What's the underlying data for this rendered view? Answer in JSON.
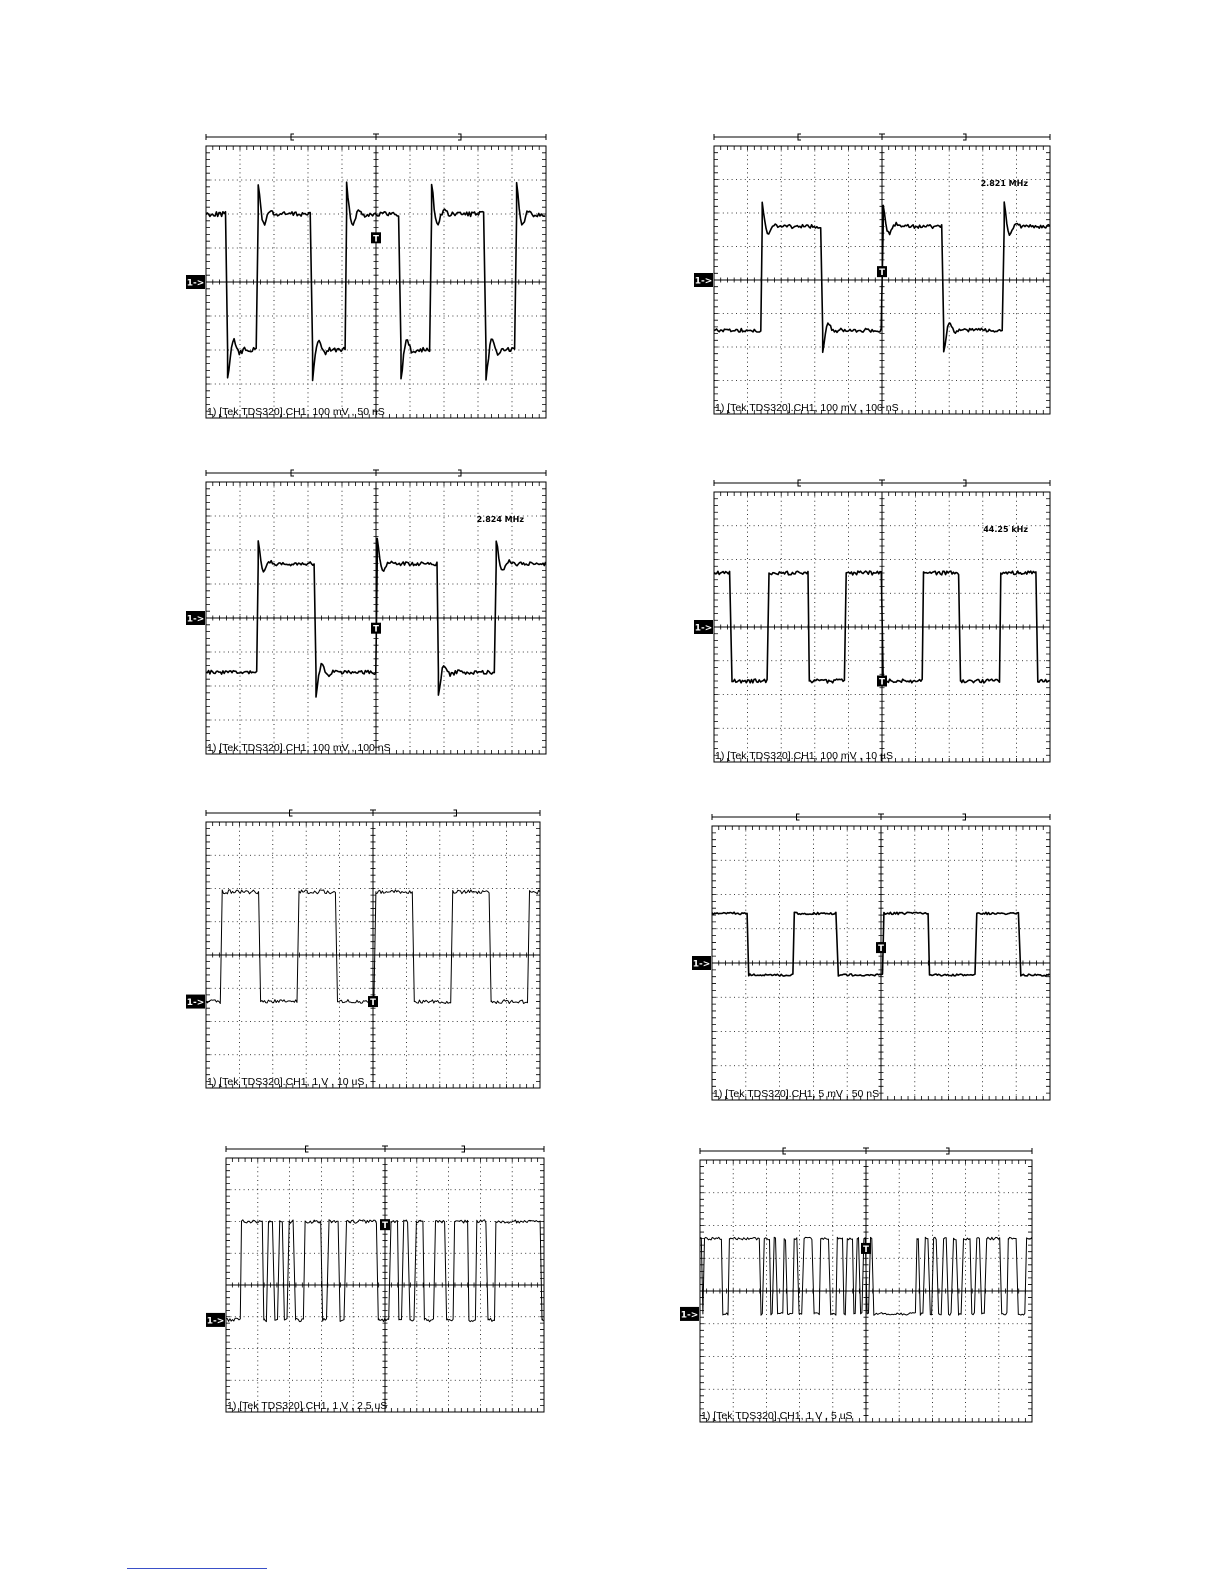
{
  "page": {
    "background": "#ffffff",
    "ink": "#000000",
    "footer_rule_color": "#3a50c8"
  },
  "chart_data": [
    {
      "type": "line",
      "title": "",
      "caption": "1) [Tek TDS320].CH1, 100 mV , 50 nS",
      "channel_marker": "1->",
      "trigger_marker": "T",
      "divisions": {
        "x": 10,
        "y": 8
      },
      "grid": "dotted",
      "trigger_marker_y_div": 1.3,
      "frequency_readout": "",
      "series": [
        {
          "waveform": "square",
          "levels_div": [
            2.0,
            -2.0
          ],
          "ground_div": 0,
          "channel_marker_div": 0,
          "edges_div": [
            0.6,
            1.5,
            3.1,
            4.1,
            5.7,
            6.6,
            8.2,
            9.1
          ],
          "start_level": "high",
          "ringing": true,
          "line_width": "thick"
        }
      ]
    },
    {
      "type": "line",
      "title": "",
      "caption": "1) [Tek TDS320].CH1, 100 mV , 100 nS",
      "channel_marker": "1->",
      "trigger_marker": "T",
      "divisions": {
        "x": 10,
        "y": 8
      },
      "grid": "dotted",
      "trigger_marker_y_div": 0.25,
      "frequency_readout": "2.821 MHz",
      "series": [
        {
          "waveform": "square",
          "levels_div": [
            1.6,
            -1.5
          ],
          "ground_div": 0,
          "channel_marker_div": 0,
          "edges_div": [
            1.4,
            3.2,
            5.0,
            6.8,
            8.6
          ],
          "start_level": "low",
          "ringing": true,
          "line_width": "thick"
        }
      ]
    },
    {
      "type": "line",
      "title": "",
      "caption": "1) [Tek TDS320].CH1, 100 mV , 100 nS",
      "channel_marker": "1->",
      "trigger_marker": "T",
      "divisions": {
        "x": 10,
        "y": 8
      },
      "grid": "dotted",
      "trigger_marker_y_div": -0.3,
      "frequency_readout": "2.824 MHz",
      "series": [
        {
          "waveform": "square",
          "levels_div": [
            1.6,
            -1.6
          ],
          "ground_div": 0,
          "channel_marker_div": 0,
          "edges_div": [
            1.5,
            3.2,
            5.0,
            6.8,
            8.5
          ],
          "start_level": "low",
          "ringing": true,
          "line_width": "thick"
        }
      ]
    },
    {
      "type": "line",
      "title": "",
      "caption": "1) [Tek TDS320].CH1, 100 mV , 10 µS",
      "channel_marker": "1->",
      "trigger_marker": "T",
      "divisions": {
        "x": 10,
        "y": 8
      },
      "grid": "dotted",
      "trigger_marker_y_div": -1.6,
      "frequency_readout": "44.25 kHz",
      "series": [
        {
          "waveform": "square",
          "levels_div": [
            1.6,
            -1.6
          ],
          "ground_div": 0,
          "channel_marker_div": 0,
          "edges_div": [
            0.5,
            1.6,
            2.8,
            3.9,
            5.0,
            6.2,
            7.3,
            8.5,
            9.6
          ],
          "start_level": "high",
          "ringing": false,
          "line_width": "thick"
        }
      ]
    },
    {
      "type": "line",
      "title": "",
      "caption": "1) [Tek TDS320].CH1, 1 V , 10 uS",
      "channel_marker": "1->",
      "trigger_marker": "T",
      "divisions": {
        "x": 10,
        "y": 8
      },
      "grid": "dotted",
      "trigger_marker_y_div": -1.4,
      "frequency_readout": "",
      "series": [
        {
          "waveform": "square",
          "levels_div": [
            1.9,
            -1.4
          ],
          "ground_div": 0,
          "channel_marker_div": -1.4,
          "edges_div": [
            0.45,
            1.6,
            2.75,
            3.9,
            5.05,
            6.2,
            7.35,
            8.5,
            9.65
          ],
          "start_level": "low",
          "ringing": false,
          "line_width": "thin"
        }
      ]
    },
    {
      "type": "line",
      "title": "",
      "caption": "1) [Tek TDS320].CH1, 5 mV , 50 nS",
      "channel_marker": "1->",
      "trigger_marker": "T",
      "divisions": {
        "x": 10,
        "y": 8
      },
      "grid": "dotted",
      "trigger_marker_y_div": 0.45,
      "frequency_readout": "",
      "series": [
        {
          "waveform": "square",
          "levels_div": [
            1.45,
            -0.35
          ],
          "ground_div": 0,
          "channel_marker_div": 0,
          "edges_div": [
            1.05,
            2.4,
            3.7,
            5.05,
            6.4,
            7.8,
            9.1
          ],
          "start_level": "high",
          "ringing": false,
          "line_width": "thick"
        }
      ]
    },
    {
      "type": "line",
      "title": "",
      "caption": "1) [Tek TDS320].CH1, 1 V , 2.5 uS",
      "channel_marker": "1->",
      "trigger_marker": "T",
      "divisions": {
        "x": 10,
        "y": 8
      },
      "grid": "dotted",
      "trigger_marker_y_div": 1.9,
      "frequency_readout": "",
      "series": [
        {
          "waveform": "square",
          "levels_div": [
            2.0,
            -1.1
          ],
          "ground_div": 0,
          "channel_marker_div": -1.1,
          "edges_div": [
            0.45,
            1.15,
            1.3,
            1.5,
            1.65,
            1.8,
            1.95,
            2.15,
            2.45,
            3.0,
            3.2,
            3.55,
            3.75,
            4.75,
            5.15,
            5.4,
            5.55,
            5.75,
            5.95,
            6.2,
            6.55,
            6.9,
            7.15,
            7.6,
            7.85,
            8.2,
            8.45,
            9.9
          ],
          "start_level": "low",
          "ringing": false,
          "line_width": "thin"
        }
      ]
    },
    {
      "type": "line",
      "title": "",
      "caption": "1) [Tek TDS320].CH1, 1 V , 5 uS",
      "channel_marker": "1->",
      "trigger_marker": "T",
      "divisions": {
        "x": 10,
        "y": 8
      },
      "grid": "dotted",
      "trigger_marker_y_div": 1.3,
      "frequency_readout": "",
      "series": [
        {
          "waveform": "square",
          "levels_div": [
            1.6,
            -0.7
          ],
          "ground_div": 0,
          "channel_marker_div": -0.7,
          "edges_div": [
            0.05,
            0.1,
            0.65,
            0.85,
            1.8,
            1.9,
            2.1,
            2.2,
            2.3,
            2.5,
            2.6,
            2.8,
            2.95,
            3.1,
            3.4,
            3.6,
            3.9,
            4.1,
            4.3,
            4.4,
            4.6,
            4.7,
            4.8,
            4.9,
            5.0,
            5.1,
            5.2,
            6.5,
            6.6,
            6.75,
            6.9,
            7.0,
            7.15,
            7.3,
            7.45,
            7.6,
            7.75,
            7.9,
            8.15,
            8.3,
            8.45,
            8.6,
            9.05,
            9.25,
            9.55,
            9.8
          ],
          "start_level": "high",
          "ringing": false,
          "line_width": "thin"
        }
      ]
    }
  ]
}
